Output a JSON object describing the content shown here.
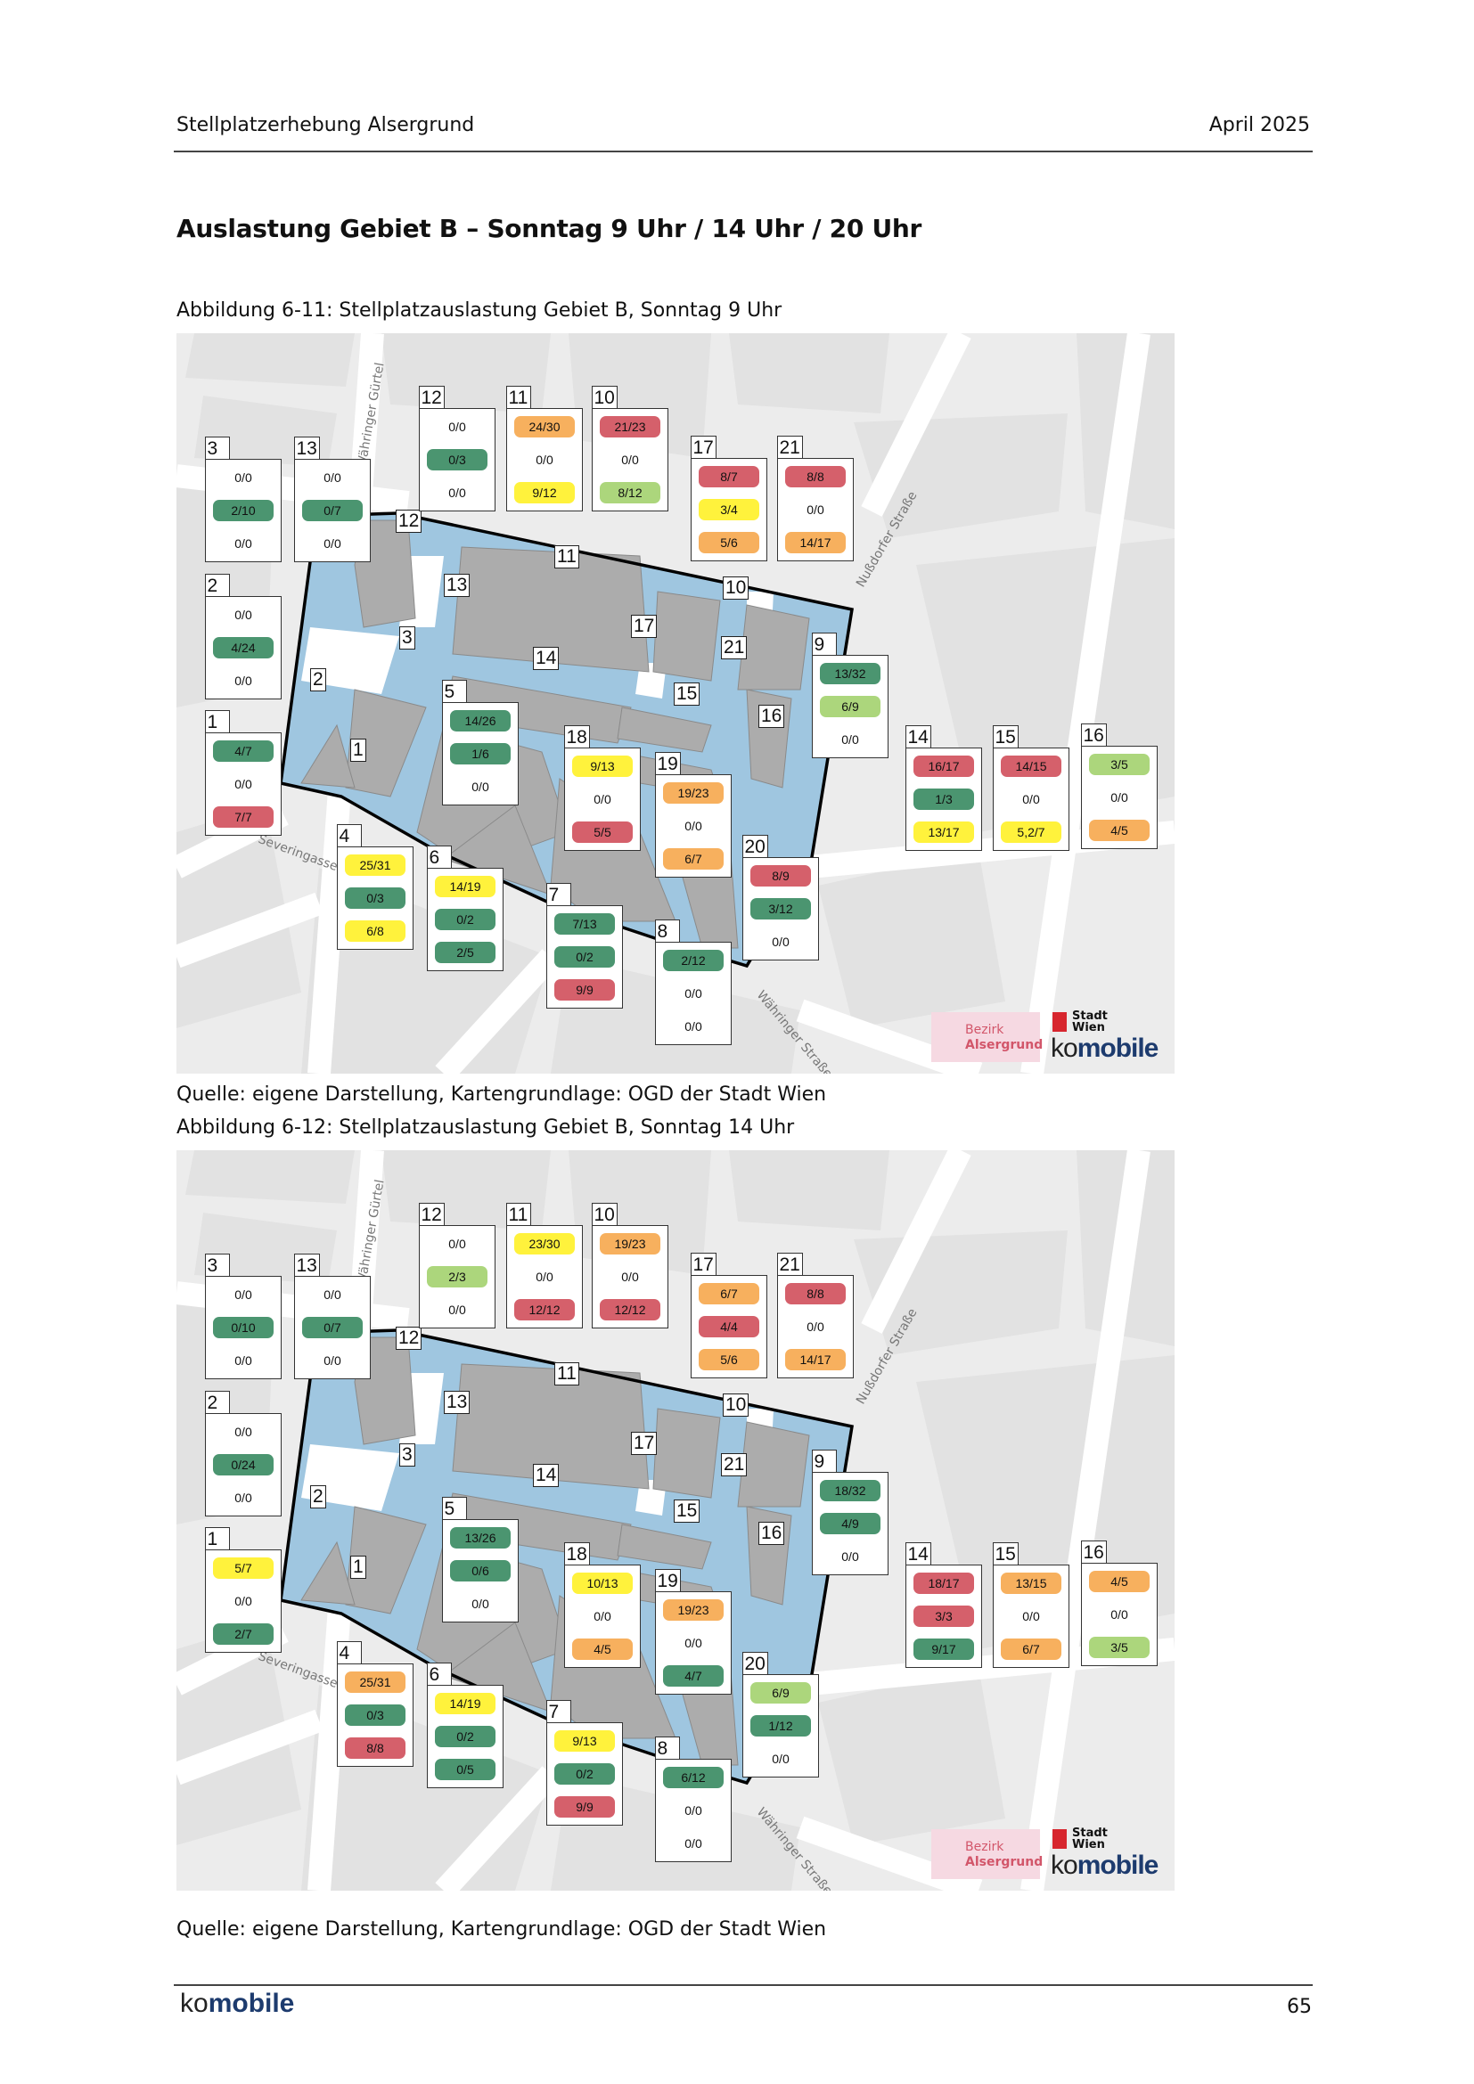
{
  "header": {
    "title": "Stellplatzerhebung Alsergrund",
    "date": "April 2025"
  },
  "section_title": "Auslastung Gebiet B – Sonntag 9 Uhr / 14 Uhr / 20 Uhr",
  "colors": {
    "dark_green": "#4b9570",
    "light_green": "#acd67c",
    "yellow": "#fff23c",
    "orange": "#f7b05e",
    "red": "#d5606b"
  },
  "street_names": {
    "guertel": "Währinger Gürtel",
    "nussdorfer": "Nußdorfer Straße",
    "severin": "Severingasse",
    "waehringer": "Währinger Straße"
  },
  "logos": {
    "bezirk_1": "Bezirk",
    "bezirk_2": "Alsergrund",
    "wien_1": "Stadt",
    "wien_2": "Wien",
    "komobile_ko": "ko",
    "komobile_mobile": "mobile"
  },
  "segment_labels": [
    "12",
    "11",
    "13",
    "10",
    "17",
    "3",
    "21",
    "14",
    "2",
    "15",
    "16",
    "1"
  ],
  "maps": [
    {
      "caption": "Abbildung 6-11: Stellplatzauslastung Gebiet B, Sonntag 9 Uhr",
      "source": "Quelle: eigene Darstellung, Kartengrundlage: OGD der Stadt Wien",
      "boxes": [
        {
          "id": "3",
          "cells": [
            {
              "v": "0/0",
              "c": ""
            },
            {
              "v": "2/10",
              "c": "dark_green"
            },
            {
              "v": "0/0",
              "c": ""
            }
          ]
        },
        {
          "id": "13",
          "cells": [
            {
              "v": "0/0",
              "c": ""
            },
            {
              "v": "0/7",
              "c": "dark_green"
            },
            {
              "v": "0/0",
              "c": ""
            }
          ]
        },
        {
          "id": "12",
          "cells": [
            {
              "v": "0/0",
              "c": ""
            },
            {
              "v": "0/3",
              "c": "dark_green"
            },
            {
              "v": "0/0",
              "c": ""
            }
          ]
        },
        {
          "id": "11",
          "cells": [
            {
              "v": "24/30",
              "c": "orange"
            },
            {
              "v": "0/0",
              "c": ""
            },
            {
              "v": "9/12",
              "c": "yellow"
            }
          ]
        },
        {
          "id": "10",
          "cells": [
            {
              "v": "21/23",
              "c": "red"
            },
            {
              "v": "0/0",
              "c": ""
            },
            {
              "v": "8/12",
              "c": "light_green"
            }
          ]
        },
        {
          "id": "17",
          "cells": [
            {
              "v": "8/7",
              "c": "red"
            },
            {
              "v": "3/4",
              "c": "yellow"
            },
            {
              "v": "5/6",
              "c": "orange"
            }
          ]
        },
        {
          "id": "21",
          "cells": [
            {
              "v": "8/8",
              "c": "red"
            },
            {
              "v": "0/0",
              "c": ""
            },
            {
              "v": "14/17",
              "c": "orange"
            }
          ]
        },
        {
          "id": "2",
          "cells": [
            {
              "v": "0/0",
              "c": ""
            },
            {
              "v": "4/24",
              "c": "dark_green"
            },
            {
              "v": "0/0",
              "c": ""
            }
          ]
        },
        {
          "id": "1",
          "cells": [
            {
              "v": "4/7",
              "c": "dark_green"
            },
            {
              "v": "0/0",
              "c": ""
            },
            {
              "v": "7/7",
              "c": "red"
            }
          ]
        },
        {
          "id": "5",
          "cells": [
            {
              "v": "14/26",
              "c": "dark_green"
            },
            {
              "v": "1/6",
              "c": "dark_green"
            },
            {
              "v": "0/0",
              "c": ""
            }
          ]
        },
        {
          "id": "18",
          "cells": [
            {
              "v": "9/13",
              "c": "yellow"
            },
            {
              "v": "0/0",
              "c": ""
            },
            {
              "v": "5/5",
              "c": "red"
            }
          ]
        },
        {
          "id": "19",
          "cells": [
            {
              "v": "19/23",
              "c": "orange"
            },
            {
              "v": "0/0",
              "c": ""
            },
            {
              "v": "6/7",
              "c": "orange"
            }
          ]
        },
        {
          "id": "9",
          "cells": [
            {
              "v": "13/32",
              "c": "dark_green"
            },
            {
              "v": "6/9",
              "c": "light_green"
            },
            {
              "v": "0/0",
              "c": ""
            }
          ]
        },
        {
          "id": "14",
          "cells": [
            {
              "v": "16/17",
              "c": "red"
            },
            {
              "v": "1/3",
              "c": "dark_green"
            },
            {
              "v": "13/17",
              "c": "yellow"
            }
          ]
        },
        {
          "id": "15",
          "cells": [
            {
              "v": "14/15",
              "c": "red"
            },
            {
              "v": "0/0",
              "c": ""
            },
            {
              "v": "5,2/7",
              "c": "yellow"
            }
          ]
        },
        {
          "id": "16",
          "cells": [
            {
              "v": "3/5",
              "c": "light_green"
            },
            {
              "v": "0/0",
              "c": ""
            },
            {
              "v": "4/5",
              "c": "orange"
            }
          ]
        },
        {
          "id": "4",
          "cells": [
            {
              "v": "25/31",
              "c": "yellow"
            },
            {
              "v": "0/3",
              "c": "dark_green"
            },
            {
              "v": "6/8",
              "c": "yellow"
            }
          ]
        },
        {
          "id": "6",
          "cells": [
            {
              "v": "14/19",
              "c": "yellow"
            },
            {
              "v": "0/2",
              "c": "dark_green"
            },
            {
              "v": "2/5",
              "c": "dark_green"
            }
          ]
        },
        {
          "id": "7",
          "cells": [
            {
              "v": "7/13",
              "c": "dark_green"
            },
            {
              "v": "0/2",
              "c": "dark_green"
            },
            {
              "v": "9/9",
              "c": "red"
            }
          ]
        },
        {
          "id": "8",
          "cells": [
            {
              "v": "2/12",
              "c": "dark_green"
            },
            {
              "v": "0/0",
              "c": ""
            },
            {
              "v": "0/0",
              "c": ""
            }
          ]
        },
        {
          "id": "20",
          "cells": [
            {
              "v": "8/9",
              "c": "red"
            },
            {
              "v": "3/12",
              "c": "dark_green"
            },
            {
              "v": "0/0",
              "c": ""
            }
          ]
        }
      ]
    },
    {
      "caption": "Abbildung 6-12: Stellplatzauslastung Gebiet B, Sonntag 14 Uhr",
      "source": "Quelle: eigene Darstellung, Kartengrundlage: OGD der Stadt Wien",
      "boxes": [
        {
          "id": "3",
          "cells": [
            {
              "v": "0/0",
              "c": ""
            },
            {
              "v": "0/10",
              "c": "dark_green"
            },
            {
              "v": "0/0",
              "c": ""
            }
          ]
        },
        {
          "id": "13",
          "cells": [
            {
              "v": "0/0",
              "c": ""
            },
            {
              "v": "0/7",
              "c": "dark_green"
            },
            {
              "v": "0/0",
              "c": ""
            }
          ]
        },
        {
          "id": "12",
          "cells": [
            {
              "v": "0/0",
              "c": ""
            },
            {
              "v": "2/3",
              "c": "light_green"
            },
            {
              "v": "0/0",
              "c": ""
            }
          ]
        },
        {
          "id": "11",
          "cells": [
            {
              "v": "23/30",
              "c": "yellow"
            },
            {
              "v": "0/0",
              "c": ""
            },
            {
              "v": "12/12",
              "c": "red"
            }
          ]
        },
        {
          "id": "10",
          "cells": [
            {
              "v": "19/23",
              "c": "orange"
            },
            {
              "v": "0/0",
              "c": ""
            },
            {
              "v": "12/12",
              "c": "red"
            }
          ]
        },
        {
          "id": "17",
          "cells": [
            {
              "v": "6/7",
              "c": "orange"
            },
            {
              "v": "4/4",
              "c": "red"
            },
            {
              "v": "5/6",
              "c": "orange"
            }
          ]
        },
        {
          "id": "21",
          "cells": [
            {
              "v": "8/8",
              "c": "red"
            },
            {
              "v": "0/0",
              "c": ""
            },
            {
              "v": "14/17",
              "c": "orange"
            }
          ]
        },
        {
          "id": "2",
          "cells": [
            {
              "v": "0/0",
              "c": ""
            },
            {
              "v": "0/24",
              "c": "dark_green"
            },
            {
              "v": "0/0",
              "c": ""
            }
          ]
        },
        {
          "id": "1",
          "cells": [
            {
              "v": "5/7",
              "c": "yellow"
            },
            {
              "v": "0/0",
              "c": ""
            },
            {
              "v": "2/7",
              "c": "dark_green"
            }
          ]
        },
        {
          "id": "5",
          "cells": [
            {
              "v": "13/26",
              "c": "dark_green"
            },
            {
              "v": "0/6",
              "c": "dark_green"
            },
            {
              "v": "0/0",
              "c": ""
            }
          ]
        },
        {
          "id": "18",
          "cells": [
            {
              "v": "10/13",
              "c": "yellow"
            },
            {
              "v": "0/0",
              "c": ""
            },
            {
              "v": "4/5",
              "c": "orange"
            }
          ]
        },
        {
          "id": "19",
          "cells": [
            {
              "v": "19/23",
              "c": "orange"
            },
            {
              "v": "0/0",
              "c": ""
            },
            {
              "v": "4/7",
              "c": "dark_green"
            }
          ]
        },
        {
          "id": "9",
          "cells": [
            {
              "v": "18/32",
              "c": "dark_green"
            },
            {
              "v": "4/9",
              "c": "dark_green"
            },
            {
              "v": "0/0",
              "c": ""
            }
          ]
        },
        {
          "id": "14",
          "cells": [
            {
              "v": "18/17",
              "c": "red"
            },
            {
              "v": "3/3",
              "c": "red"
            },
            {
              "v": "9/17",
              "c": "dark_green"
            }
          ]
        },
        {
          "id": "15",
          "cells": [
            {
              "v": "13/15",
              "c": "orange"
            },
            {
              "v": "0/0",
              "c": ""
            },
            {
              "v": "6/7",
              "c": "orange"
            }
          ]
        },
        {
          "id": "16",
          "cells": [
            {
              "v": "4/5",
              "c": "orange"
            },
            {
              "v": "0/0",
              "c": ""
            },
            {
              "v": "3/5",
              "c": "light_green"
            }
          ]
        },
        {
          "id": "4",
          "cells": [
            {
              "v": "25/31",
              "c": "orange"
            },
            {
              "v": "0/3",
              "c": "dark_green"
            },
            {
              "v": "8/8",
              "c": "red"
            }
          ]
        },
        {
          "id": "6",
          "cells": [
            {
              "v": "14/19",
              "c": "yellow"
            },
            {
              "v": "0/2",
              "c": "dark_green"
            },
            {
              "v": "0/5",
              "c": "dark_green"
            }
          ]
        },
        {
          "id": "7",
          "cells": [
            {
              "v": "9/13",
              "c": "yellow"
            },
            {
              "v": "0/2",
              "c": "dark_green"
            },
            {
              "v": "9/9",
              "c": "red"
            }
          ]
        },
        {
          "id": "8",
          "cells": [
            {
              "v": "6/12",
              "c": "dark_green"
            },
            {
              "v": "0/0",
              "c": ""
            },
            {
              "v": "0/0",
              "c": ""
            }
          ]
        },
        {
          "id": "20",
          "cells": [
            {
              "v": "6/9",
              "c": "light_green"
            },
            {
              "v": "1/12",
              "c": "dark_green"
            },
            {
              "v": "0/0",
              "c": ""
            }
          ]
        }
      ]
    }
  ],
  "footer": {
    "logo_ko": "ko",
    "logo_mobile": "mobile",
    "page_number": "65"
  }
}
